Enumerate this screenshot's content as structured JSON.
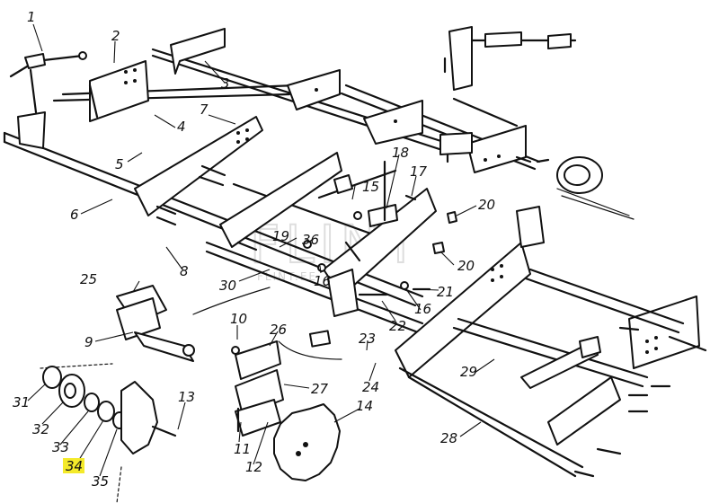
{
  "diagram": {
    "part_labels": [
      "1",
      "2",
      "3",
      "4",
      "5",
      "6",
      "7",
      "8",
      "9",
      "10",
      "11",
      "12",
      "13",
      "14",
      "15",
      "16",
      "16",
      "17",
      "18",
      "19",
      "20",
      "20",
      "21",
      "22",
      "23",
      "24",
      "25",
      "26",
      "27",
      "28",
      "29",
      "30",
      "31",
      "32",
      "33",
      "34",
      "35",
      "36"
    ],
    "highlighted_label": "34",
    "highlight_color": "#f4ea2a",
    "watermark": {
      "main": "FLINT",
      "sub": "FLINT.EE"
    }
  }
}
